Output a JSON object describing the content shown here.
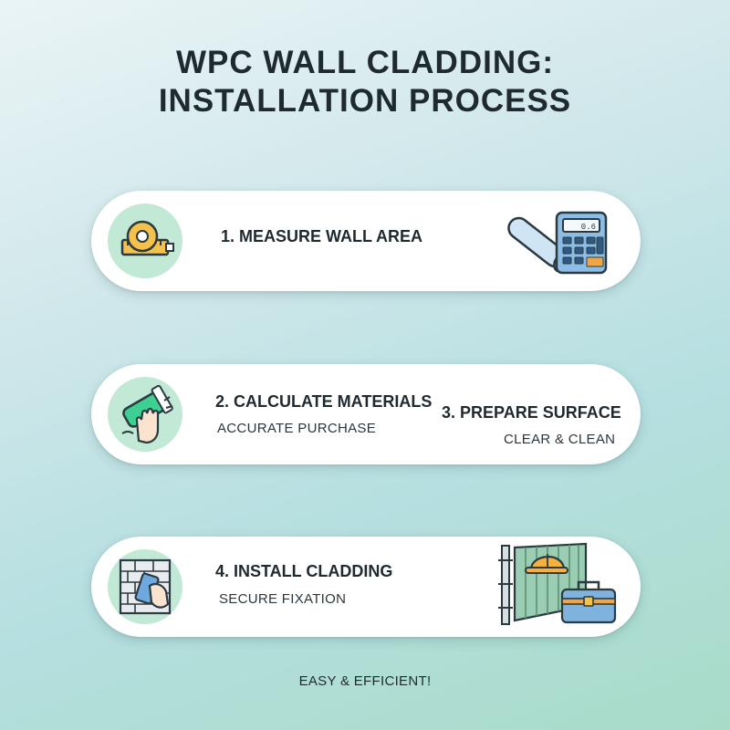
{
  "title": {
    "line1": "WPC WALL CLADDING:",
    "line2": "INSTALLATION PROCESS"
  },
  "steps": [
    {
      "heading": "1. MEASURE WALL AREA",
      "icon": "tape-measure-icon",
      "illustration": "blueprint-calculator-icon"
    },
    {
      "heading": "2. CALCULATE MATERIALS",
      "subtitle": "ACCURATE PURCHASE",
      "icon": "cleaning-hand-icon"
    },
    {
      "heading": "3. PREPARE SURFACE",
      "subtitle": "CLEAR & CLEAN"
    },
    {
      "heading": "4. INSTALL CLADDING",
      "subtitle": "SECURE FIXATION",
      "icon": "wall-hand-icon",
      "illustration": "helmet-toolbox-panel-icon"
    }
  ],
  "calculator_display": "0.6",
  "footer": "EASY & EFFICIENT!",
  "colors": {
    "circle": "#c2e8d6",
    "accent_orange": "#f0a646",
    "accent_blue": "#7fb2dd",
    "ink": "#1f2a30"
  }
}
